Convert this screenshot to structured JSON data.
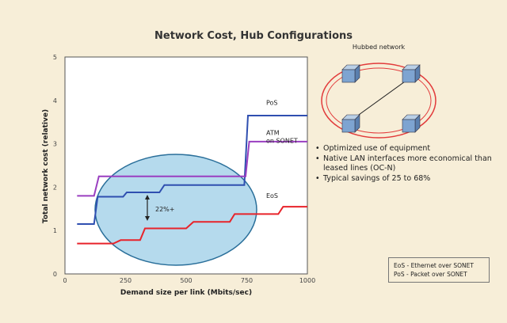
{
  "title": "Network Cost, Hub Configurations",
  "network_diagram": {
    "label": "Hubbed network",
    "node_icon": "cube-icon",
    "ring_color": "#e23b3b"
  },
  "bullets": [
    "Optimized use of equipment",
    "Native LAN interfaces more economical than leased lines (OC-N)",
    "Typical savings of 25 to 68%"
  ],
  "legend_box": [
    "EoS - Ethernet over SONET",
    "PoS - Packet over SONET"
  ],
  "annotation": "22%+",
  "colors": {
    "pos": "#2f4fb0",
    "atm": "#9a3fc0",
    "eos": "#e8232a",
    "ellipse_fill": "#a8d4ea",
    "ellipse_stroke": "#2a6f9a",
    "plot_bg": "#ffffff"
  },
  "chart_data": {
    "type": "line",
    "title": "Network Cost, Hub Configurations",
    "xlabel": "Demand size per link (Mbits/sec)",
    "ylabel": "Total network cost (relative)",
    "xlim": [
      0,
      1000
    ],
    "ylim": [
      0,
      5
    ],
    "xticks": [
      "0",
      "250",
      "500",
      "750",
      "1000"
    ],
    "yticks": [
      "0",
      "1",
      "2",
      "3",
      "4",
      "5"
    ],
    "grid": false,
    "series": [
      {
        "name": "PoS",
        "color": "#2f4fb0",
        "x": [
          50,
          120,
          135,
          240,
          255,
          390,
          410,
          740,
          755,
          1000
        ],
        "y": [
          1.15,
          1.15,
          1.78,
          1.78,
          1.88,
          1.88,
          2.05,
          2.05,
          3.65,
          3.65
        ]
      },
      {
        "name": "ATM on SONET",
        "color": "#9a3fc0",
        "x": [
          50,
          120,
          140,
          745,
          760,
          1000
        ],
        "y": [
          1.8,
          1.8,
          2.25,
          2.25,
          3.05,
          3.05
        ]
      },
      {
        "name": "EoS",
        "color": "#e8232a",
        "x": [
          50,
          200,
          230,
          310,
          330,
          500,
          530,
          680,
          700,
          880,
          900,
          1000
        ],
        "y": [
          0.7,
          0.7,
          0.78,
          0.78,
          1.05,
          1.05,
          1.2,
          1.2,
          1.38,
          1.38,
          1.55,
          1.55
        ]
      }
    ]
  }
}
